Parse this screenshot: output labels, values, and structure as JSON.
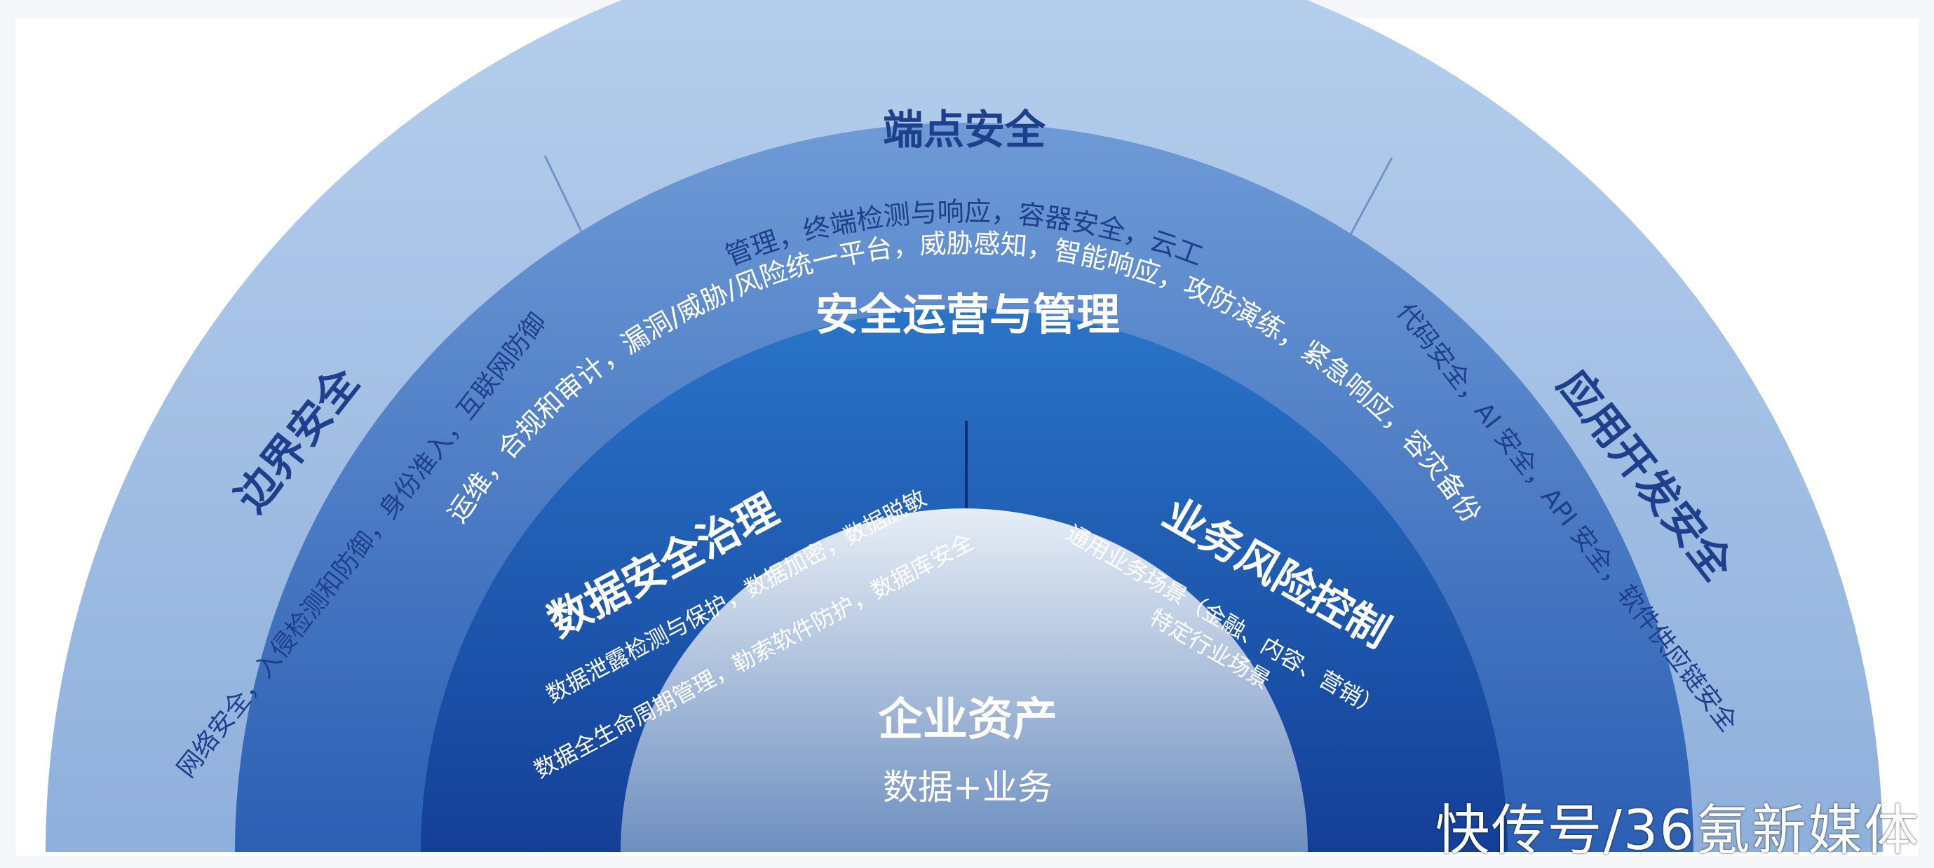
{
  "rings": {
    "outer": [
      {
        "id": "boundary",
        "title": "边界安全",
        "text": "网络安全，入侵检测和防御，身份准入，互联网防御"
      },
      {
        "id": "endpoint",
        "title": "端点安全",
        "text": "身份和访问管理，终端检测与响应，容器安全，云工作负载安全"
      },
      {
        "id": "appdev",
        "title": "应用开发安全",
        "text": "代码安全，AI 安全，API 安全，软件供应链安全"
      }
    ],
    "secops": {
      "title": "安全运营与管理",
      "text": "运维，合规和审计，漏洞/威胁/风险统一平台，威胁感知，智能响应，攻防演练，紧急响应，容灾备份"
    },
    "inner": {
      "data": {
        "title": "数据安全治理",
        "line1": "数据泄露检测与保护，数据加密，数据脱敏",
        "line2": "数据全生命周期管理，勒索软件防护，数据库安全"
      },
      "business": {
        "title": "业务风险控制",
        "line1": "通用业务场景（金融、内容、营销）",
        "line2": "特定行业场景"
      }
    },
    "center": {
      "title": "企业资产",
      "subtitle": "数据+业务"
    }
  },
  "watermark": "快传号/36氪新媒体",
  "colors": {
    "outer_ring": "#a9c5e8",
    "secops_ring_top": "#5b8fd0",
    "secops_ring_bottom": "#2f64b8",
    "inner_ring_top": "#2a6fc4",
    "inner_ring_bottom": "#1647a0",
    "center_top": "#e8eef6",
    "center_bottom": "#7f9cc6",
    "outer_text": "#1e3f8c"
  }
}
